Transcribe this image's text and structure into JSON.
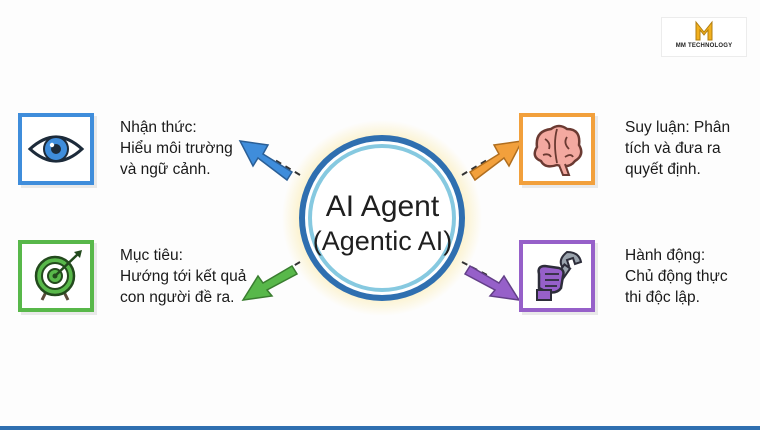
{
  "logo": {
    "company": "MM TECHNOLOGY",
    "mark": "M"
  },
  "center": {
    "title": "AI Agent",
    "subtitle": "(Agentic AI)"
  },
  "nodes": [
    {
      "key": "perception",
      "icon": "eye-icon",
      "text": "Nhận thức:\nHiểu môi trường\nvà ngữ cảnh.",
      "color": "#3f8ddb"
    },
    {
      "key": "reasoning",
      "icon": "brain-icon",
      "text": "Suy luận: Phân\ntích và đưa ra\nquyết định.",
      "color": "#f2a03c"
    },
    {
      "key": "goal",
      "icon": "target-icon",
      "text": "Mục tiêu:\nHướng tới kết quả\ncon người đề ra.",
      "color": "#58b84a"
    },
    {
      "key": "action",
      "icon": "wrench-fist-icon",
      "text": "Hành động:\nChủ động thực\nthi độc lập.",
      "color": "#9660c9"
    }
  ],
  "colors": {
    "ring_outer": "#2f6fb0",
    "ring_inner": "#86c9e0",
    "glow": "#fbe9a6",
    "bottom_rule": "#2f6fb0"
  }
}
